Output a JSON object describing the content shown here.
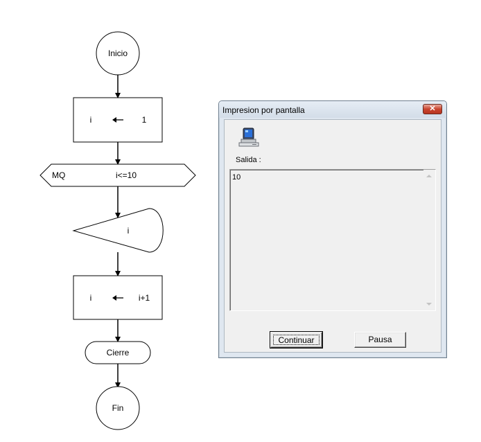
{
  "flowchart": {
    "start_label": "Inicio",
    "assign1": {
      "var": "i",
      "value": "1"
    },
    "loop": {
      "keyword": "MQ",
      "condition": "i<=10"
    },
    "output": {
      "value": "i"
    },
    "assign2": {
      "var": "i",
      "value": "i+1"
    },
    "close_label": "Cierre",
    "end_label": "Fin"
  },
  "dialog": {
    "title": "Impresion por pantalla",
    "close_glyph": "✕",
    "icon": "computer-icon",
    "output_label": "Salida :",
    "output_text": "10",
    "buttons": {
      "continue": "Continuar",
      "pause": "Pausa"
    }
  }
}
